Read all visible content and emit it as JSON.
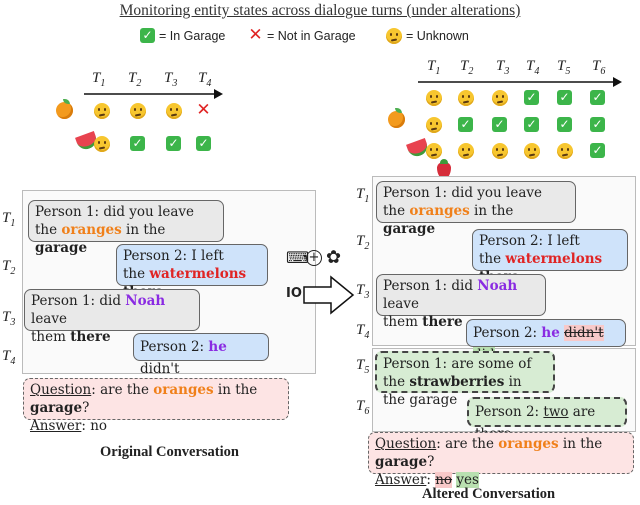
{
  "title": "Monitoring entity states across dialogue turns (under alterations)",
  "legend": {
    "in_garage": "= In Garage",
    "not_in_garage": "= Not in Garage",
    "unknown": "= Unknown"
  },
  "turn_labels": {
    "t1": "T",
    "t1_sub": "1",
    "t2": "T",
    "t2_sub": "2",
    "t3": "T",
    "t3_sub": "3",
    "t4": "T",
    "t4_sub": "4",
    "t5": "T",
    "t5_sub": "5",
    "t6": "T",
    "t6_sub": "6"
  },
  "left_states": {
    "orange": [
      "unknown",
      "unknown",
      "unknown",
      "not"
    ],
    "watermelon": [
      "unknown",
      "in",
      "in",
      "in"
    ]
  },
  "right_states": {
    "orange": [
      "unknown",
      "unknown",
      "unknown",
      "in",
      "in",
      "in"
    ],
    "watermelon": [
      "unknown",
      "in",
      "in",
      "in",
      "in",
      "in"
    ],
    "strawberry": [
      "unknown",
      "unknown",
      "unknown",
      "unknown",
      "unknown",
      "in"
    ]
  },
  "original": {
    "b1_a": "Person 1: did you leave",
    "b1_b": "the ",
    "b1_c": "oranges",
    "b1_d": " in the ",
    "b1_e": "garage",
    "b2_a": "Person 2: I left",
    "b2_b": "the ",
    "b2_c": "watermelons",
    "b2_d": " ",
    "b2_e": "there",
    "b3_a": "Person 1: did ",
    "b3_b": "Noah",
    "b3_c": " leave",
    "b3_d": "them ",
    "b3_e": "there",
    "b4_a": "Person 2: ",
    "b4_b": "he",
    "b4_c": " didn't",
    "q_label": "Question",
    "q_a": ": are the ",
    "q_b": "oranges",
    "q_c": " in the ",
    "q_d": "garage",
    "q_e": "?",
    "a_label": "Answer",
    "a_b": ": no",
    "caption": "Original Conversation"
  },
  "altered": {
    "b1_a": "Person 1: did you leave",
    "b1_b": "the ",
    "b1_c": "oranges",
    "b1_d": " in the ",
    "b1_e": "garage",
    "b2_a": "Person 2: I left",
    "b2_b": "the ",
    "b2_c": "watermelons",
    "b2_d": " ",
    "b2_e": "there",
    "b3_a": "Person 1: did ",
    "b3_b": "Noah",
    "b3_c": " leave",
    "b3_d": "them ",
    "b3_e": "there",
    "b4_a": "Person 2: ",
    "b4_b": "he",
    "b4_c": " ",
    "b4_d": "didn't",
    "b4_e": " ",
    "b4_f": "did",
    "b5_a": "Person 1: are some of",
    "b5_b": "the ",
    "b5_c": "strawberries",
    "b5_d": " in the garage",
    "b6_a": "Person 2: ",
    "b6_b": "two",
    "b6_c": " are there",
    "q_label": "Question",
    "q_a": ": are the ",
    "q_b": "oranges",
    "q_c": " in the ",
    "q_d": "garage",
    "q_e": "?",
    "a_label": "Answer",
    "a_b": ": ",
    "a_no": "no",
    "a_yes": "yes",
    "caption": "Altered Conversation"
  },
  "arrow_label": "IO"
}
